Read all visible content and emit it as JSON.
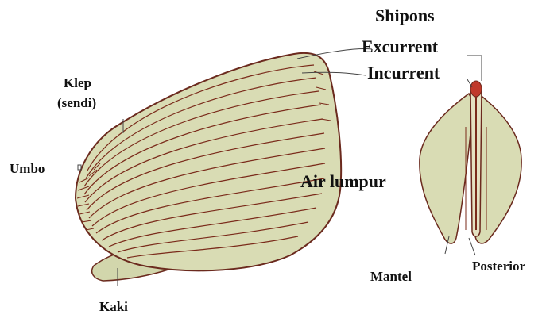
{
  "labels": {
    "shipons": "Shipons",
    "excurrent": "Excurrent",
    "incurrent": "Incurrent",
    "klep": "Klep",
    "sendi": "(sendi)",
    "umbo": "Umbo",
    "air_lumpur": "Air lumpur",
    "mantel": "Mantel",
    "posterior": "Posterior",
    "kaki": "Kaki"
  },
  "colors": {
    "shell_fill": "#d9dcb4",
    "foot_fill": "#d2d6ac",
    "outline": "#6b2a1e",
    "growth_lines": "#7a2a1a",
    "siphon_red": "#c0392b",
    "leader_line": "#444444",
    "text": "#111111"
  }
}
